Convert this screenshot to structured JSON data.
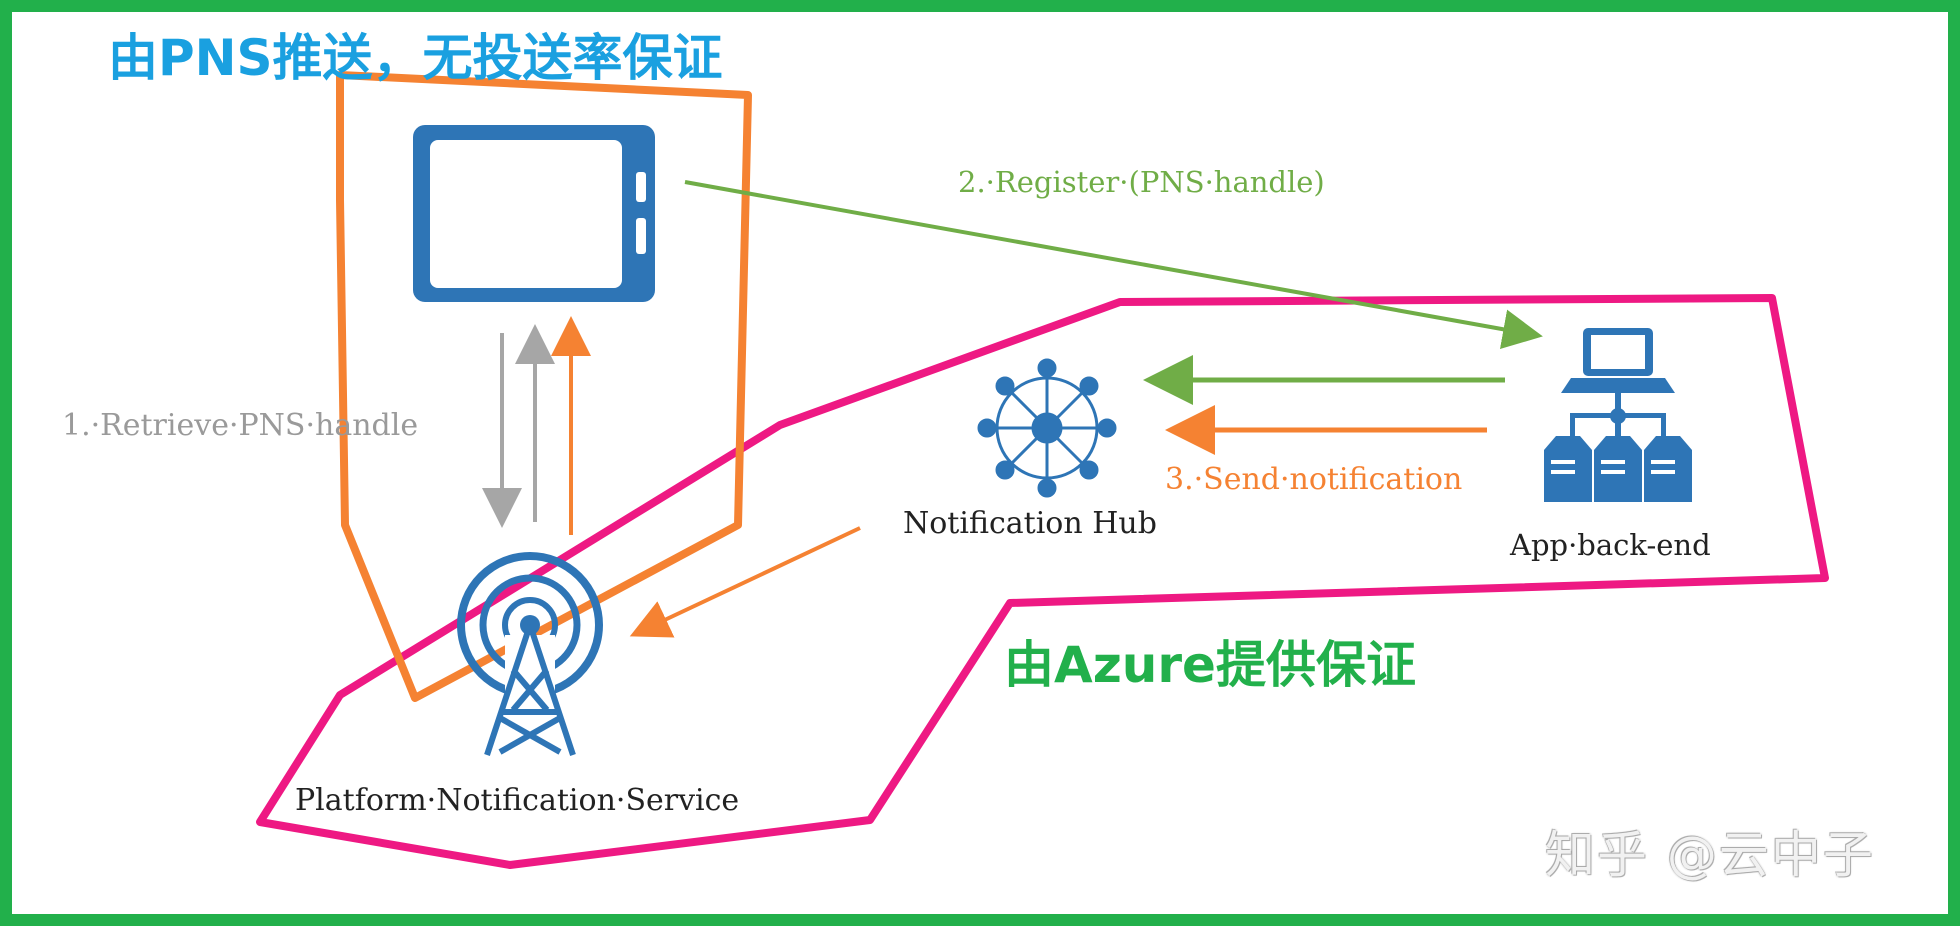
{
  "annotations": {
    "pns_guarantee": "由PNS推送，无投送率保证",
    "azure_guarantee": "由Azure提供保证"
  },
  "nodes": {
    "device": {
      "icon": "tablet-icon"
    },
    "notification_hub": {
      "label": "Notification Hub",
      "icon": "hub-network-icon"
    },
    "app_backend": {
      "label": "App·back-end",
      "icon": "server-cluster-icon"
    },
    "pns": {
      "label": "Platform·Notification·Service",
      "icon": "radio-tower-icon"
    }
  },
  "steps": {
    "retrieve": "1.·Retrieve·PNS·handle",
    "register": "2.·Register·(PNS·handle)",
    "send": "3.·Send·notification"
  },
  "watermark": "知乎 @云中子",
  "colors": {
    "frame": "#22b04b",
    "blue_title": "#1aa0e0",
    "green_title": "#22b04b",
    "orange": "#f58232",
    "pink": "#ee1983",
    "green_arrow": "#70ad47",
    "gray_arrow": "#a6a6a6",
    "icon_blue": "#2e75b6"
  }
}
